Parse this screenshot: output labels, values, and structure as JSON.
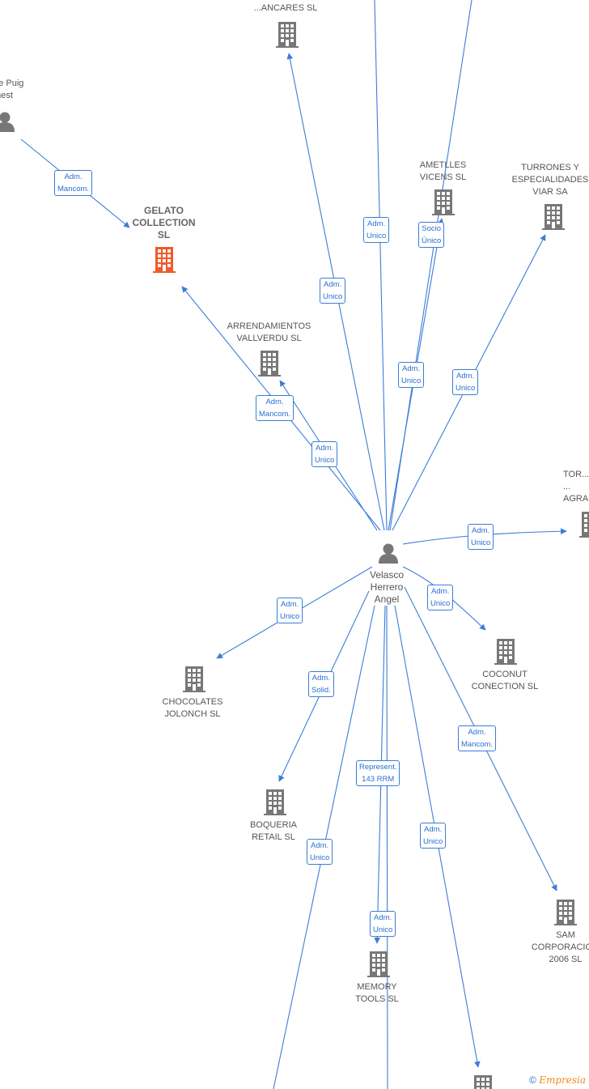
{
  "center": {
    "label": "Velasco\nHerrero\nAngel"
  },
  "nodes": [
    {
      "id": "ancares",
      "label": "...ANCARES SL",
      "type": "company"
    },
    {
      "id": "puig",
      "label": "...te Puig\n...nest",
      "type": "person"
    },
    {
      "id": "gelato",
      "label": "GELATO\nCOLLECTION\nSL",
      "type": "company-highlight"
    },
    {
      "id": "ametlles",
      "label": "AMETLLES\nVICENS  SL",
      "type": "company"
    },
    {
      "id": "turrones",
      "label": "TURRONES Y\nESPECIALIDADES\nVIAR SA",
      "type": "company"
    },
    {
      "id": "arrend",
      "label": "ARRENDAMIENTOS\nVALLVERDU SL",
      "type": "company"
    },
    {
      "id": "torr",
      "label": "TOR...\n...\nAGRA...",
      "type": "company"
    },
    {
      "id": "coconut",
      "label": "COCONUT\nCONECTION  SL",
      "type": "company"
    },
    {
      "id": "chocolates",
      "label": "CHOCOLATES\nJOLONCH SL",
      "type": "company"
    },
    {
      "id": "boqueria",
      "label": "BOQUERIA\nRETAIL  SL",
      "type": "company"
    },
    {
      "id": "sam",
      "label": "SAM\nCORPORACIO...\n2006  SL",
      "type": "company"
    },
    {
      "id": "memory",
      "label": "MEMORY\nTOOLS  SL",
      "type": "company"
    },
    {
      "id": "bottom",
      "label": "",
      "type": "company"
    }
  ],
  "edges": [
    {
      "label": "Adm.\nMancom."
    },
    {
      "label": "Adm.\nUnico"
    },
    {
      "label": "Adm.\nUnico"
    },
    {
      "label": "Socio\nÚnico"
    },
    {
      "label": "Adm.\nUnico"
    },
    {
      "label": "Adm.\nUnico"
    },
    {
      "label": "Adm.\nMancom."
    },
    {
      "label": "Adm.\nUnico"
    },
    {
      "label": "Adm.\nUnico"
    },
    {
      "label": "Adm.\nUnico"
    },
    {
      "label": "Adm.\nUnico"
    },
    {
      "label": "Adm.\nSolid."
    },
    {
      "label": "Adm.\nMancom."
    },
    {
      "label": "Represent.\n143 RRM"
    },
    {
      "label": "Adm.\nUnico"
    },
    {
      "label": "Adm.\nUnico"
    },
    {
      "label": "Adm.\nUnico"
    }
  ],
  "brand": {
    "symbol": "©",
    "name": "Empresia"
  },
  "colors": {
    "edge": "#3b7dd8",
    "node": "#777777",
    "highlight": "#f0592a"
  }
}
